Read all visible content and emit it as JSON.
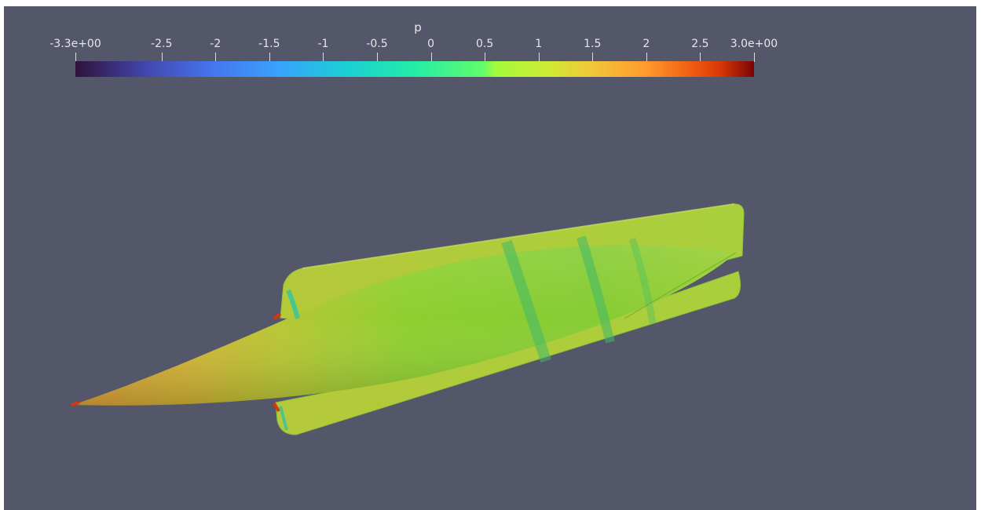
{
  "colorbar": {
    "title": "p",
    "ticks": [
      {
        "label": "-3.3e+00",
        "value": -3.3
      },
      {
        "label": "-2.5",
        "value": -2.5
      },
      {
        "label": "-2",
        "value": -2
      },
      {
        "label": "-1.5",
        "value": -1.5
      },
      {
        "label": "-1",
        "value": -1
      },
      {
        "label": "-0.5",
        "value": -0.5
      },
      {
        "label": "0",
        "value": 0
      },
      {
        "label": "0.5",
        "value": 0.5
      },
      {
        "label": "1",
        "value": 1
      },
      {
        "label": "1.5",
        "value": 1.5
      },
      {
        "label": "2",
        "value": 2
      },
      {
        "label": "2.5",
        "value": 2.5
      },
      {
        "label": "3.0e+00",
        "value": 3.0
      }
    ],
    "range": [
      -3.3,
      3.0
    ]
  },
  "colors": {
    "background": "#535769",
    "hull_main": "#8fcf2f",
    "hull_nose": "#d6b034",
    "fin": "#a3cf38",
    "low_pressure_band": "#4dbd5e",
    "high_pressure_edge": "#d93806"
  }
}
